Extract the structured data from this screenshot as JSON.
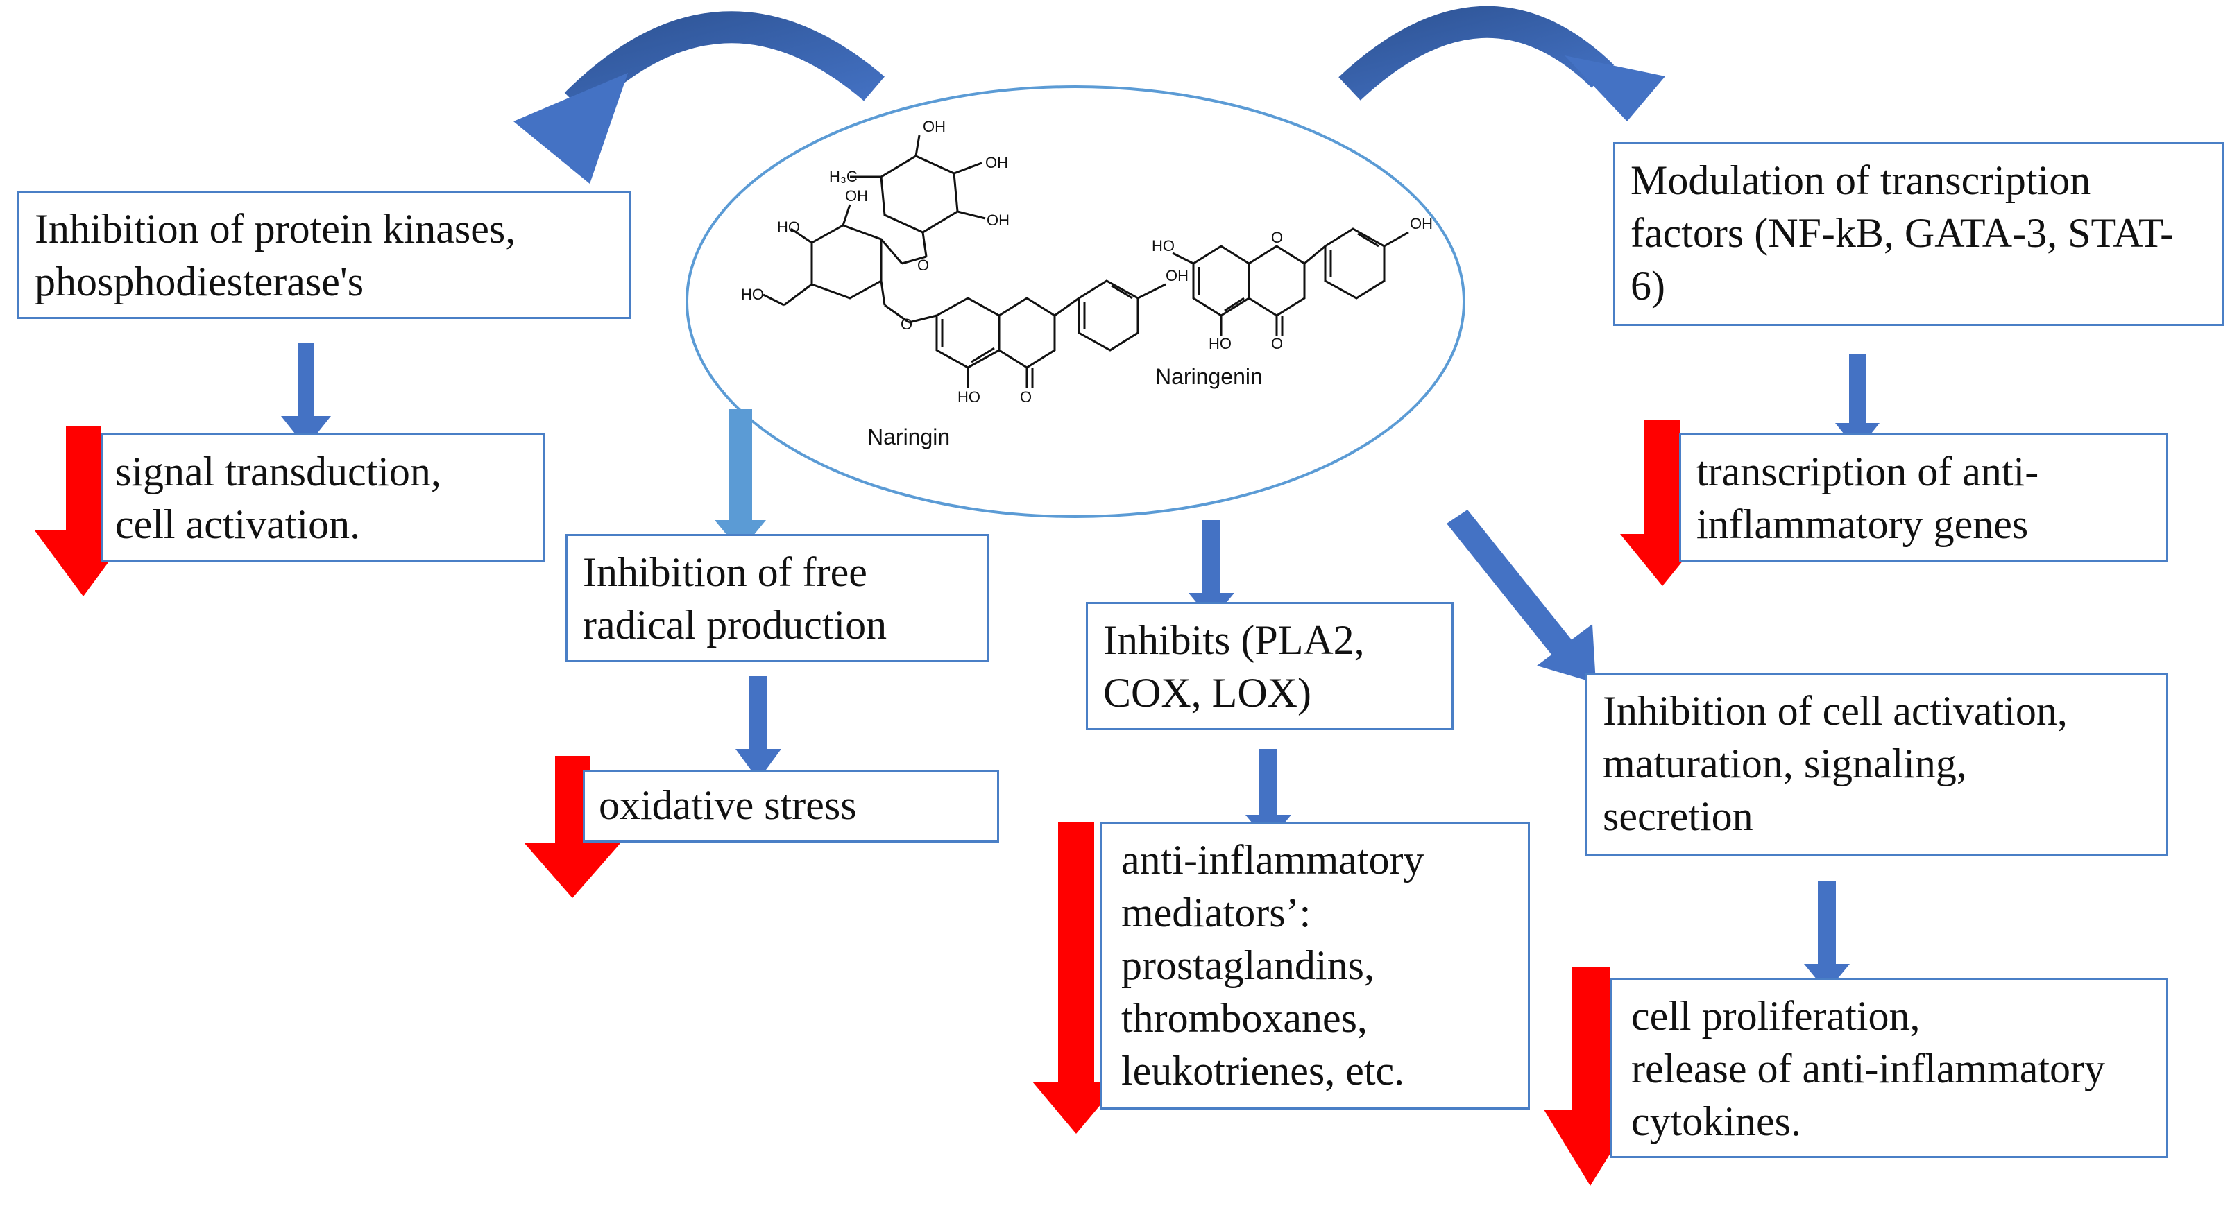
{
  "center": {
    "molecules": [
      "Naringin",
      "Naringenin"
    ]
  },
  "boxes": {
    "protein_kinases": "Inhibition of protein kinases,\nphosphodiesterase's",
    "signal_transduction": "signal transduction,\ncell activation.",
    "free_radical": "Inhibition of free\nradical production",
    "oxidative_stress": "oxidative stress",
    "inhibits_pla2": "Inhibits (PLA2,\nCOX, LOX)",
    "mediators": "anti-inflammatory\nmediators’:\nprostaglandins,\nthromboxanes,\nleukotrienes, etc.",
    "transcription_factors": "Modulation of transcription\nfactors (NF-kB, GATA-3, STAT-\n6)",
    "anti_inflammatory_genes": "transcription of anti-\ninflammatory genes",
    "cell_activation": "Inhibition of cell activation,\nmaturation, signaling,\nsecretion",
    "cell_proliferation": "cell proliferation,\nrelease of anti-inflammatory\ncytokines."
  },
  "colors": {
    "blue_arrow": "#4472c4",
    "red_arrow": "#ff0000",
    "box_border": "#4a7fc6",
    "ellipse_border": "#5b9bd5"
  }
}
